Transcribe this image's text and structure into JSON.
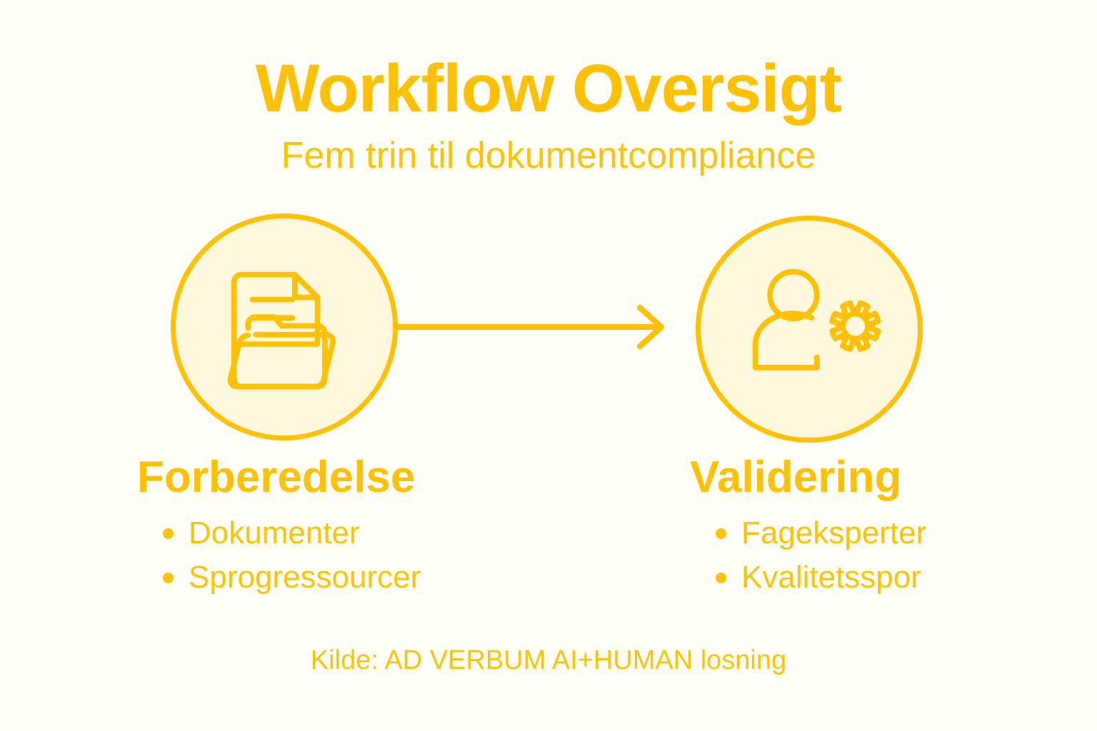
{
  "header": {
    "title": "Workflow Oversigt",
    "subtitle": "Fem trin til dokumentcompliance"
  },
  "colors": {
    "background": "#fefef7",
    "accent": "#ffc107",
    "accent_text": "#fcc20c",
    "circle_fill": "#fdf8db",
    "circle_stroke": "#ffc107"
  },
  "flow": {
    "connector": {
      "icon": "arrow-right-icon",
      "direction": "left-to-right"
    },
    "steps": [
      {
        "id": "forberedelse",
        "title": "Forberedelse",
        "icon": "document-folder-icon",
        "bullets": [
          "Dokumenter",
          "Sprogressourcer"
        ]
      },
      {
        "id": "validering",
        "title": "Validering",
        "icon": "person-gear-icon",
        "bullets": [
          "Fageksperter",
          "Kvalitetsspor"
        ]
      }
    ]
  },
  "footer": {
    "source": "Kilde: AD VERBUM AI+HUMAN losning"
  }
}
